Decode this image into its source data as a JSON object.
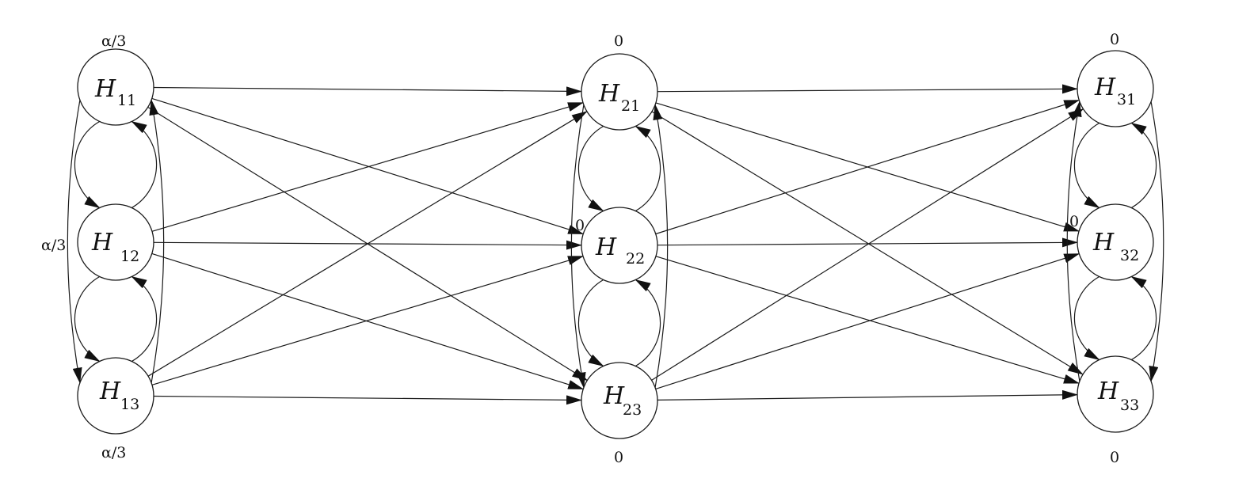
{
  "nodes": [
    {
      "id": "H11",
      "var": "H",
      "sub": "11",
      "prob": "α/3"
    },
    {
      "id": "H12",
      "var": "H",
      "sub": "12",
      "prob": "α/3"
    },
    {
      "id": "H13",
      "var": "H",
      "sub": "13",
      "prob": "α/3"
    },
    {
      "id": "H21",
      "var": "H",
      "sub": "21",
      "prob": "0"
    },
    {
      "id": "H22",
      "var": "H",
      "sub": "22",
      "prob": "0"
    },
    {
      "id": "H23",
      "var": "H",
      "sub": "23",
      "prob": "0"
    },
    {
      "id": "H31",
      "var": "H",
      "sub": "31",
      "prob": "0"
    },
    {
      "id": "H32",
      "var": "H",
      "sub": "32",
      "prob": "0"
    },
    {
      "id": "H33",
      "var": "H",
      "sub": "33",
      "prob": "0"
    }
  ],
  "edges": [
    {
      "from": "H11",
      "to": "H21"
    },
    {
      "from": "H11",
      "to": "H22"
    },
    {
      "from": "H11",
      "to": "H23"
    },
    {
      "from": "H12",
      "to": "H21"
    },
    {
      "from": "H12",
      "to": "H22"
    },
    {
      "from": "H12",
      "to": "H23"
    },
    {
      "from": "H13",
      "to": "H21"
    },
    {
      "from": "H13",
      "to": "H22"
    },
    {
      "from": "H13",
      "to": "H23"
    },
    {
      "from": "H21",
      "to": "H31"
    },
    {
      "from": "H21",
      "to": "H32"
    },
    {
      "from": "H21",
      "to": "H33"
    },
    {
      "from": "H22",
      "to": "H31"
    },
    {
      "from": "H22",
      "to": "H32"
    },
    {
      "from": "H22",
      "to": "H33"
    },
    {
      "from": "H23",
      "to": "H31"
    },
    {
      "from": "H23",
      "to": "H32"
    },
    {
      "from": "H23",
      "to": "H33"
    },
    {
      "from": "H11",
      "to": "H13"
    },
    {
      "from": "H13",
      "to": "H11"
    },
    {
      "from": "H11",
      "to": "H12"
    },
    {
      "from": "H12",
      "to": "H11"
    },
    {
      "from": "H12",
      "to": "H13"
    },
    {
      "from": "H13",
      "to": "H12"
    },
    {
      "from": "H21",
      "to": "H23"
    },
    {
      "from": "H23",
      "to": "H21"
    },
    {
      "from": "H21",
      "to": "H22"
    },
    {
      "from": "H22",
      "to": "H21"
    },
    {
      "from": "H22",
      "to": "H23"
    },
    {
      "from": "H23",
      "to": "H22"
    },
    {
      "from": "H31",
      "to": "H33"
    },
    {
      "from": "H33",
      "to": "H31"
    },
    {
      "from": "H31",
      "to": "H32"
    },
    {
      "from": "H32",
      "to": "H31"
    },
    {
      "from": "H32",
      "to": "H33"
    },
    {
      "from": "H33",
      "to": "H32"
    }
  ]
}
